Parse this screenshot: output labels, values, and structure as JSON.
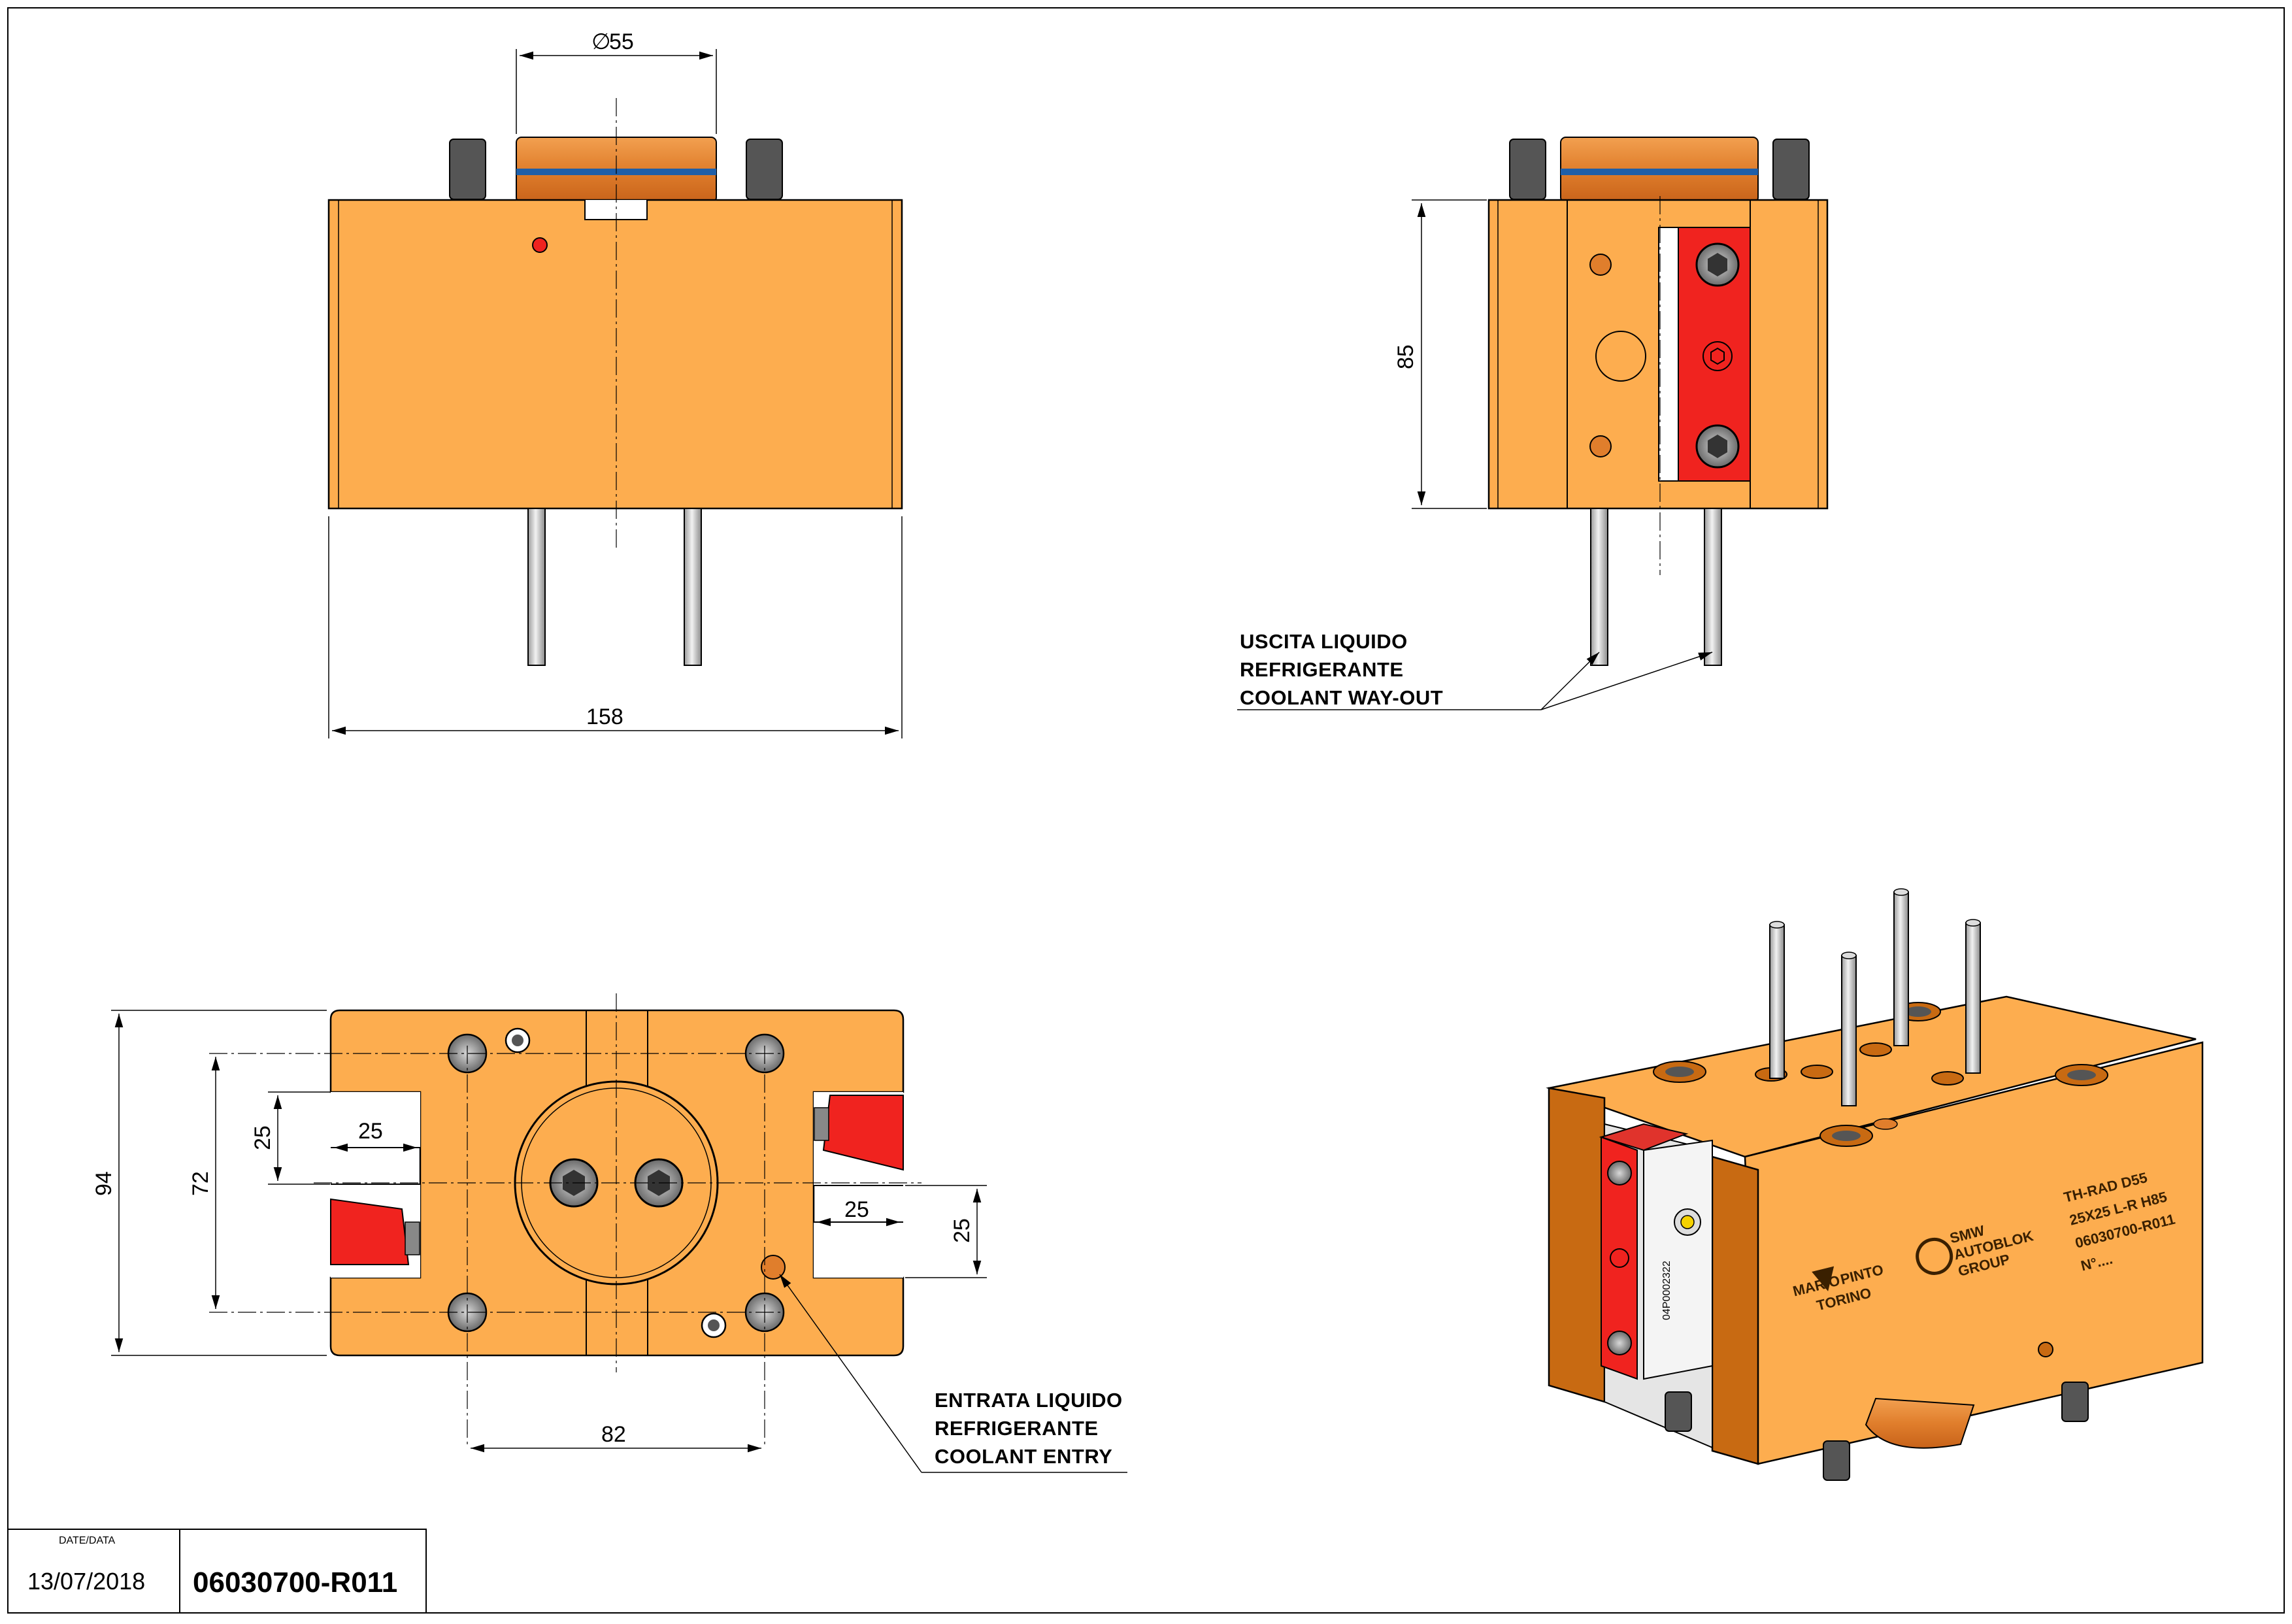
{
  "drawing": {
    "dimensions": {
      "diameter": "55",
      "width": "158",
      "height": "85",
      "overall_height": "94",
      "hole_spacing_vertical": "72",
      "slot_width_left": "25",
      "slot_height_left": "25",
      "slot_width_right": "25",
      "slot_height_right": "25",
      "hole_spacing_horizontal": "82"
    },
    "notes": {
      "outlet": [
        "USCITA LIQUIDO",
        "REFRIGERANTE",
        "COOLANT WAY-OUT"
      ],
      "inlet": [
        "ENTRATA LIQUIDO",
        "REFRIGERANTE",
        "COOLANT ENTRY"
      ]
    },
    "part_marking": {
      "lines": [
        "TH-RAD D55",
        "25X25 L-R H85",
        "06030700-R011",
        "N°...."
      ],
      "brand_left": [
        "MARIO",
        "PINTO",
        "TORINO"
      ],
      "brand_right": [
        "SMW",
        "AUTOBLOK",
        "GROUP"
      ],
      "insert_code": "04P0002322"
    }
  },
  "title_block": {
    "date_label": "DATE/DATA",
    "date": "13/07/2018",
    "code": "06030700-R011"
  },
  "colors": {
    "body": "#fdad4f",
    "body_dark": "#c86a12",
    "clamp_red": "#f0231f",
    "oring_blue": "#1f5fa8",
    "steel": "#c8c8c8",
    "line": "#000000"
  }
}
